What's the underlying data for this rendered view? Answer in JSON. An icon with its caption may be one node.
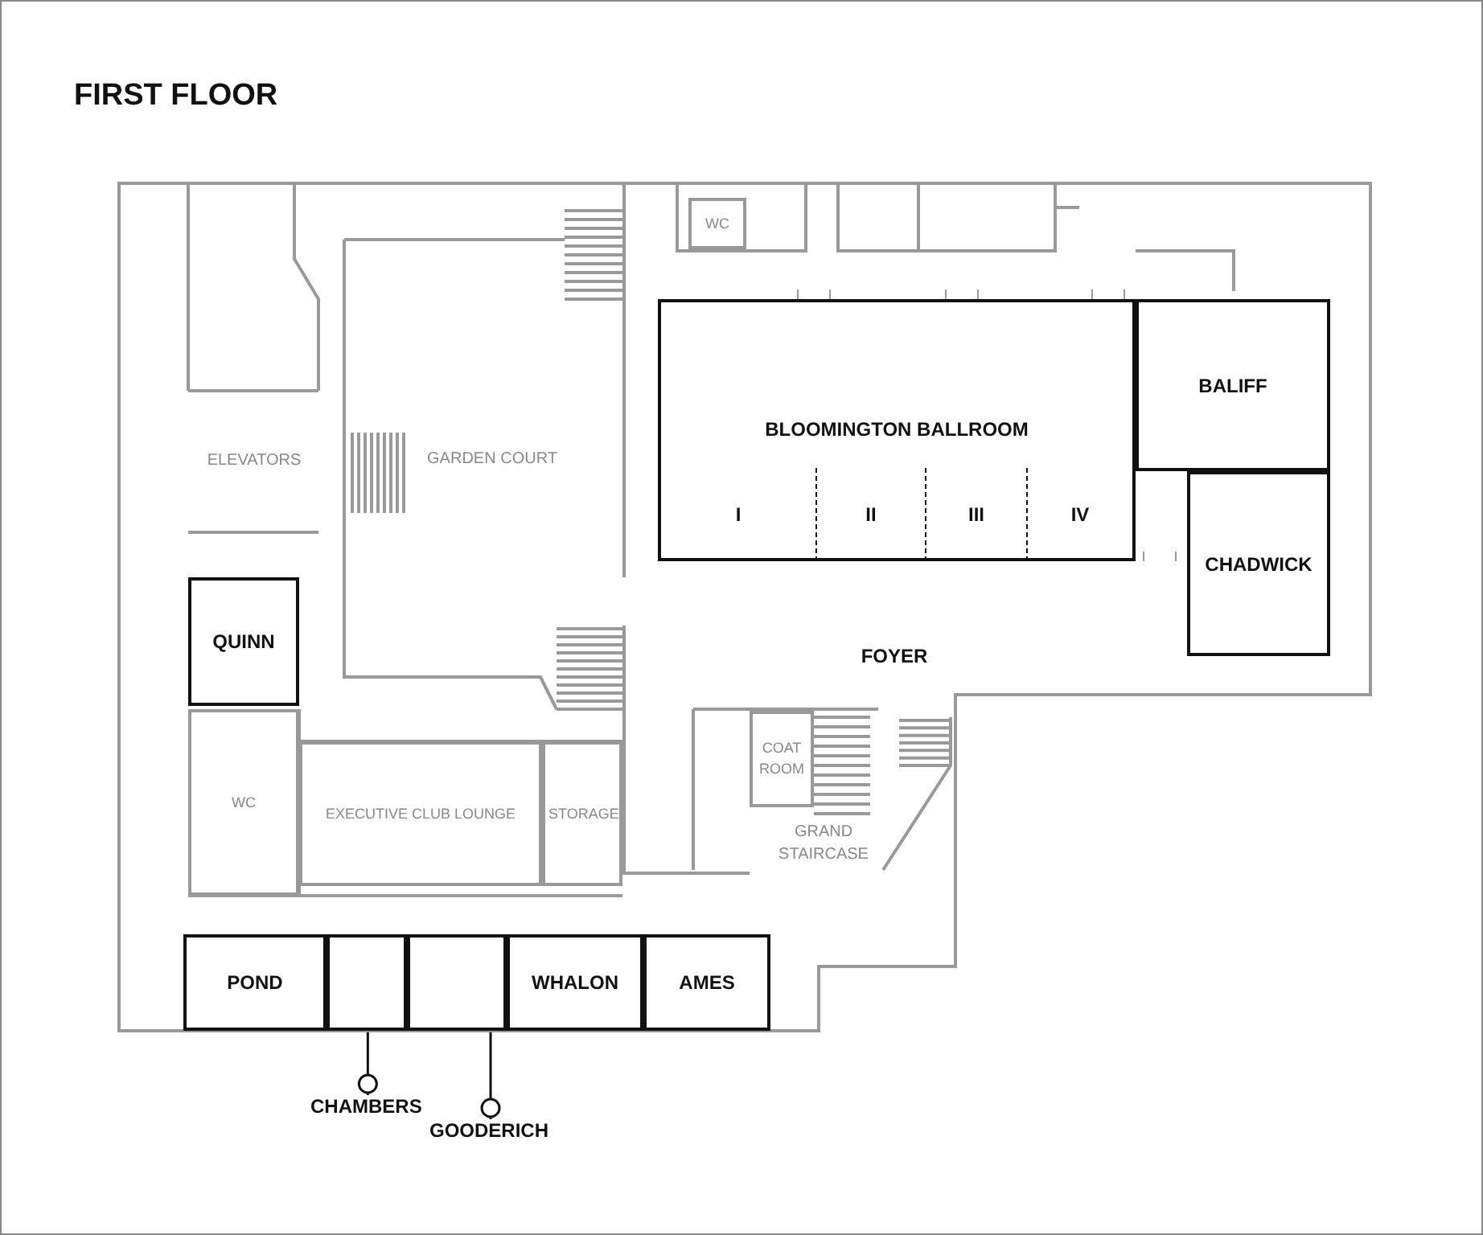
{
  "diagram": {
    "title": "FIRST FLOOR",
    "nodes": [
      {
        "text": [
          "WC"
        ]
      },
      {
        "text": [
          "GARDEN COURT"
        ]
      },
      {
        "text": [
          "ELEVATORS"
        ]
      },
      {
        "text": [
          "BLOOMINGTON BALLROOM"
        ]
      },
      {
        "text": [
          "I"
        ],
        "in": 3
      },
      {
        "text": [
          "II"
        ],
        "in": 3
      },
      {
        "text": [
          "III"
        ],
        "in": 3
      },
      {
        "text": [
          "IV"
        ],
        "in": 3
      },
      {
        "text": [
          "BALIFF"
        ]
      },
      {
        "text": [
          "CHADWICK"
        ]
      },
      {
        "text": [
          "QUINN"
        ]
      },
      {
        "text": [
          "FOYER"
        ]
      },
      {
        "text": [
          "COAT ROOM"
        ]
      },
      {
        "text": [
          "WC"
        ]
      },
      {
        "text": [
          "EXECUTIVE CLUB LOUNGE"
        ]
      },
      {
        "text": [
          "STORAGE"
        ]
      },
      {
        "text": [
          "GRAND STAIRCASE"
        ]
      },
      {
        "text": [
          "POND"
        ]
      },
      {
        "text": [],
        "shape": "box"
      },
      {
        "text": [],
        "shape": "box"
      },
      {
        "text": [
          "WHALON"
        ]
      },
      {
        "text": [
          "AMES"
        ]
      },
      {
        "text": [
          "CHAMBERS"
        ]
      },
      {
        "text": [
          "GOODERICH"
        ]
      }
    ],
    "edges": [
      {
        "from": 22,
        "to": 18,
        "arrow": "other"
      },
      {
        "from": 23,
        "to": 19,
        "arrow": "other"
      }
    ]
  }
}
